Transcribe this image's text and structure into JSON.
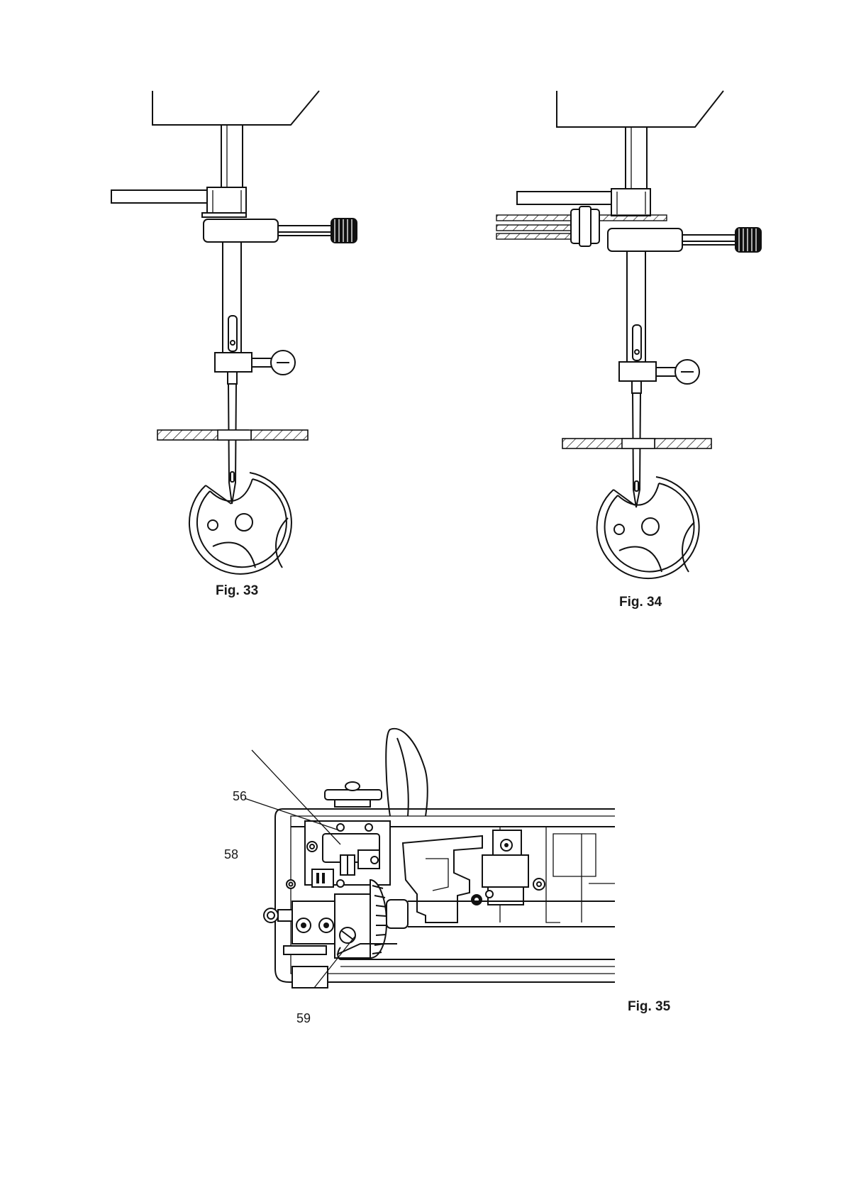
{
  "figures": {
    "fig33": {
      "caption": "Fig. 33"
    },
    "fig34": {
      "caption": "Fig. 34"
    },
    "fig35": {
      "caption": "Fig. 35",
      "callouts": [
        "56",
        "58",
        "59"
      ]
    }
  },
  "colors": {
    "ink": "#111111",
    "paper": "#ffffff"
  }
}
